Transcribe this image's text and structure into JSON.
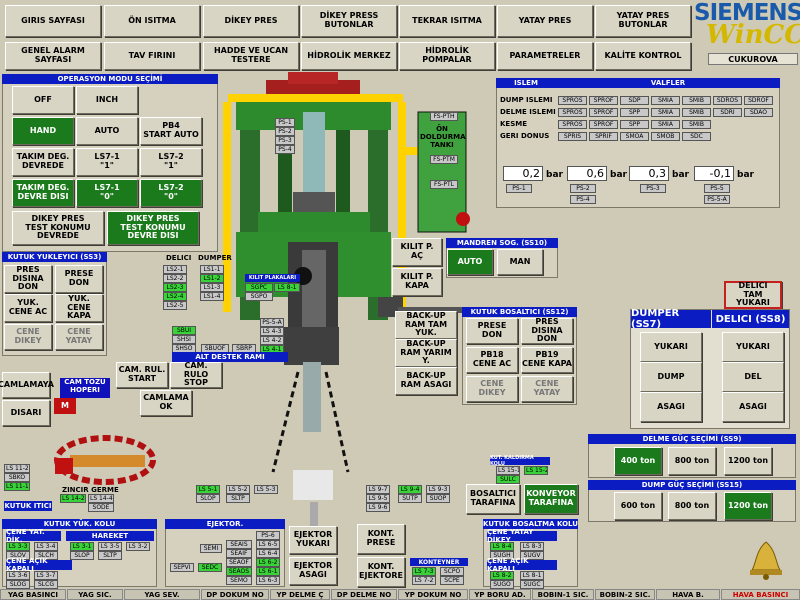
{
  "brand": {
    "name": "SIEMENS",
    "product": "WinCC",
    "location": "CUKUROVA"
  },
  "nav": {
    "row1": [
      "GIRIS SAYFASI",
      "ÖN ISITMA",
      "DİKEY PRES",
      "DİKEY PRESS\nBUTONLAR",
      "TEKRAR ISITMA",
      "YATAY PRES",
      "YATAY PRES\nBUTONLAR"
    ],
    "row2": [
      "GENEL ALARM\nSAYFASI",
      "TAV FIRINI",
      "HADDE VE UCAN\nTESTERE",
      "HİDROLİK MERKEZ",
      "HİDROLİK POMPALAR",
      "PARAMETRELER",
      "KALİTE KONTROL"
    ]
  },
  "opmode": {
    "title": "OPERASYON MODU SEÇİMİ",
    "buttons": [
      "OFF",
      "INCH",
      "HAND",
      "AUTO",
      "PB4\nSTART AUTO",
      "TAKIM DEG.\nDEVREDE",
      "LS7-1\n\"1\"",
      "LS7-2\n\"1\"",
      "TAKIM DEG.\nDEVRE DISI",
      "LS7-1\n\"0\"",
      "LS7-2\n\"0\""
    ],
    "test": [
      "DIKEY PRES\nTEST KONUMU\nDEVREDE",
      "DIKEY PRES\nTEST KONUMU\nDEVRE DISI"
    ]
  },
  "islem": {
    "title": "ISLEM",
    "valf_title": "VALFLER",
    "rows": [
      {
        "name": "DUMP ISLEMI",
        "tags": [
          "SPROS",
          "SPROF",
          "SDP",
          "SMIA",
          "SMIB",
          "SDROS",
          "SDROF"
        ]
      },
      {
        "name": "DELME ISLEMI",
        "tags": [
          "SPROS",
          "SPROF",
          "SPP",
          "SMIA",
          "SMIB",
          "SDRI",
          "SDAO"
        ]
      },
      {
        "name": "KESME",
        "tags": [
          "SPROS",
          "SPROF",
          "SPP",
          "SMIA",
          "SMIB"
        ]
      },
      {
        "name": "GERI DONUS",
        "tags": [
          "SPRIS",
          "SPRIF",
          "SMOA",
          "SMOB",
          "SDC"
        ]
      }
    ],
    "pressures": [
      {
        "v": "0,2",
        "u": "bar",
        "t": "PS-1"
      },
      {
        "v": "0,6",
        "u": "bar",
        "t": "PS-2"
      },
      {
        "v": "0,3",
        "u": "bar",
        "t": "PS-3"
      },
      {
        "v": "-0,1",
        "u": "bar",
        "t": "PS-5"
      }
    ],
    "ptags": [
      "PS-4",
      "PS-5-A"
    ]
  },
  "mandren": {
    "title": "MANDREN SOG. (SS10)",
    "auto": "AUTO",
    "man": "MAN"
  },
  "kilit": [
    "KILIT P.\nAÇ",
    "KILIT P.\nKAPA"
  ],
  "backup": [
    "BACK-UP\nRAM TAM YUK.",
    "BACK-UP\nRAM YARIM Y.",
    "BACK-UP\nRAM ASAGI"
  ],
  "kutuk_yukleyici": {
    "title": "KUTUK YUKLEYICI (SS3)",
    "buttons": [
      "PRES DISINA\nDON",
      "PRESE DON",
      "YUK.\nCENE AC",
      "YUK. CENE\nKAPA",
      "CENE\nDIKEY",
      "CENE\nYATAY"
    ]
  },
  "kutuk_bosaltici": {
    "title": "KUTUK BOSALTICI (SS12)",
    "buttons": [
      "PRESE DON",
      "PRES DISINA\nDON",
      "PB18\nCENE AC",
      "PB19\nCENE KAPA",
      "CENE\nDIKEY",
      "CENE\nYATAY"
    ]
  },
  "delici_tam": "DELICI\nTAM YUKARI",
  "dumper": {
    "title": "DUMPER (SS7)",
    "buttons": [
      "YUKARI",
      "DUMP",
      "ASAGI"
    ]
  },
  "delici": {
    "title": "DELICI (SS8)",
    "buttons": [
      "YUKARI",
      "DEL",
      "ASAGI"
    ]
  },
  "delme_guc": {
    "title": "DELME GÜÇ SEÇİMİ (SS9)",
    "buttons": [
      "400 ton",
      "800 ton",
      "1200 ton"
    ]
  },
  "dump_guc": {
    "title": "DUMP GÜÇ SEÇİMİ (SS15)",
    "buttons": [
      "600 ton",
      "800 ton",
      "1200 ton"
    ]
  },
  "left_buttons": [
    "CAMLAMAYA",
    "DISARI"
  ],
  "cam": {
    "hopper": "CAM TOZU\nHOPERI",
    "rul_start": "CAM. RUL.\nSTART",
    "rul_stop": "CAM. RULO\nSTOP",
    "camlama_ok": "CAMLAMA\nOK"
  },
  "delici_lbl": "DELICI",
  "dumper_lbl": "DUMPER",
  "kilit_plak": "KILIT PLAKALARI",
  "alt_destek": "ALT DESTEK RAMI",
  "kutuk_itici": "KUTUK ITICI",
  "zincir": "ZINCIR GERME",
  "yuk_kolu": {
    "title": "KUTUK YÜK. KOLU",
    "cene": "ÇENE YAT. DİK.",
    "hareket": "HAREKET",
    "cene2": "ÇENE AÇIK KAPALI"
  },
  "ejektor": {
    "title": "EJEKTOR.",
    "yukari": "EJEKTOR\nYUKARI",
    "asagi": "EJEKTOR\nASAGI",
    "kont_prese": "KONT.\nPRESE",
    "kont_ejek": "KONT.\nEJEKTORE",
    "konteyner": "KONTEYNER"
  },
  "bosalma": {
    "title": "KUTUK BOSALTMA KOLU",
    "cene": "ÇENE YATAY DİKEY",
    "cene2": "ÇENE AÇIK KAPALI",
    "kaldirma": "KUT. KALDIRMA KOLU",
    "bos_taraf": "BOSALTICI\nTARAFINA",
    "kon_taraf": "KONVEYOR\nTARAFINA"
  },
  "tank": "ÖN\nDOLDURMA\nTANKI",
  "status": [
    "YAG BASINCI",
    "YAG SIC.",
    "YAG SEV.",
    "DP DOKUM NO",
    "YP DELME Ç",
    "DP DELME NO",
    "YP DOKUM NO",
    "YP BORU AD.",
    "BOBIN-1 SIC.",
    "BOBIN-2 SIC.",
    "HAVA B.",
    "HAVA BASINCI"
  ],
  "colors": {
    "nav": "#d9d5c5",
    "header": "#0b1cc3",
    "active": "#1b7a1b",
    "background": "#cfcab6",
    "brand": "#1a5aaa",
    "product": "#d4b800"
  }
}
